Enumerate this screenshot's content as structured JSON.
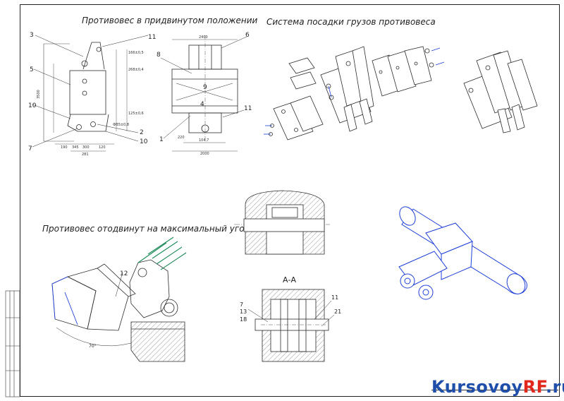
{
  "titles": {
    "pushed_in": "Противовес в придвинутом положении",
    "weights_system": "Система посадки грузов противовеса",
    "max_angle": "Противовес отодвинут на максимальный угол",
    "section": "А-А"
  },
  "callouts": {
    "left_view": [
      "3",
      "11",
      "5",
      "10",
      "7",
      "2",
      "10"
    ],
    "front_view": [
      "8",
      "6",
      "9",
      "4",
      "1",
      "11"
    ],
    "max_angle": [
      "12"
    ],
    "section": [
      "7",
      "13",
      "18",
      "11",
      "21"
    ]
  },
  "dimensions": {
    "left_view": [
      "166±0,5",
      "268±0,4",
      "125±0,6",
      "ФB5±0,8",
      "3500",
      "190",
      "345",
      "300",
      "120",
      "281"
    ],
    "front_view": [
      "2400",
      "220",
      "104,7",
      "2000"
    ],
    "angle": "70°"
  },
  "watermark": {
    "part1": "Kursovoy",
    "part2": "RF",
    "part3": ".ru"
  },
  "colors": {
    "line": "#2b2b2b",
    "accent": "#1f3fd6",
    "green": "#1e8a5a",
    "brand_blue": "#1f4fa8",
    "brand_red": "#e0281c"
  }
}
